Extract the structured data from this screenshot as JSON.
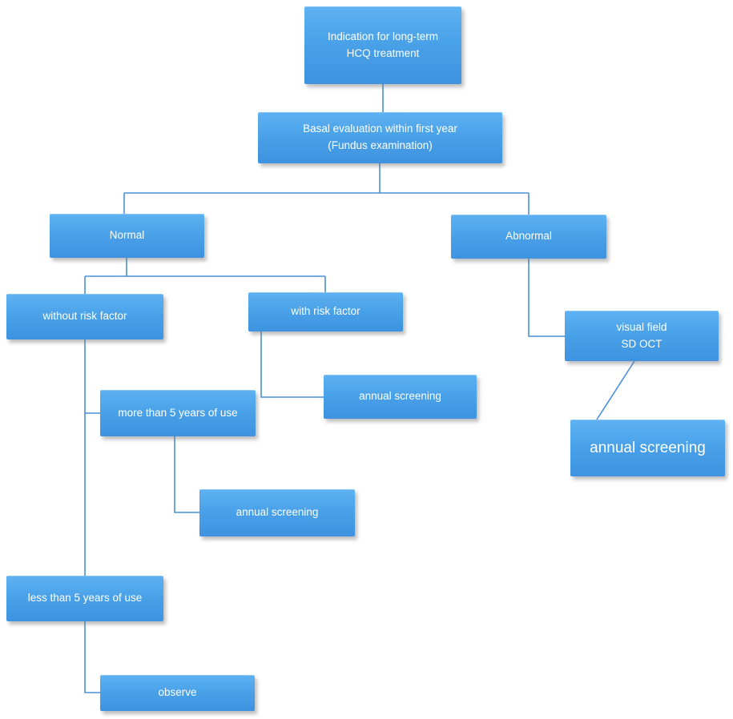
{
  "nodes": {
    "indication": {
      "label": "Indication for long-term\nHCQ treatment"
    },
    "basal": {
      "label": "Basal evaluation within first year\n(Fundus examination)"
    },
    "normal": {
      "label": "Normal"
    },
    "abnormal": {
      "label": "Abnormal"
    },
    "without_risk": {
      "label": "without risk factor"
    },
    "with_risk": {
      "label": "with risk factor"
    },
    "annual_with_risk": {
      "label": "annual screening"
    },
    "more_than_5": {
      "label": "more than 5 years of use"
    },
    "annual_more_5": {
      "label": "annual screening"
    },
    "less_than_5": {
      "label": "less than 5 years of use"
    },
    "observe": {
      "label": "observe"
    },
    "visual_field": {
      "label": "visual field\nSD OCT"
    },
    "annual_abnormal": {
      "label": "annual screening"
    }
  },
  "colors": {
    "box_gradient_top": "#5fb2f2",
    "box_gradient_bottom": "#3e92df",
    "connector": "#4a90d9",
    "text": "#ffffff",
    "background": "#ffffff"
  }
}
